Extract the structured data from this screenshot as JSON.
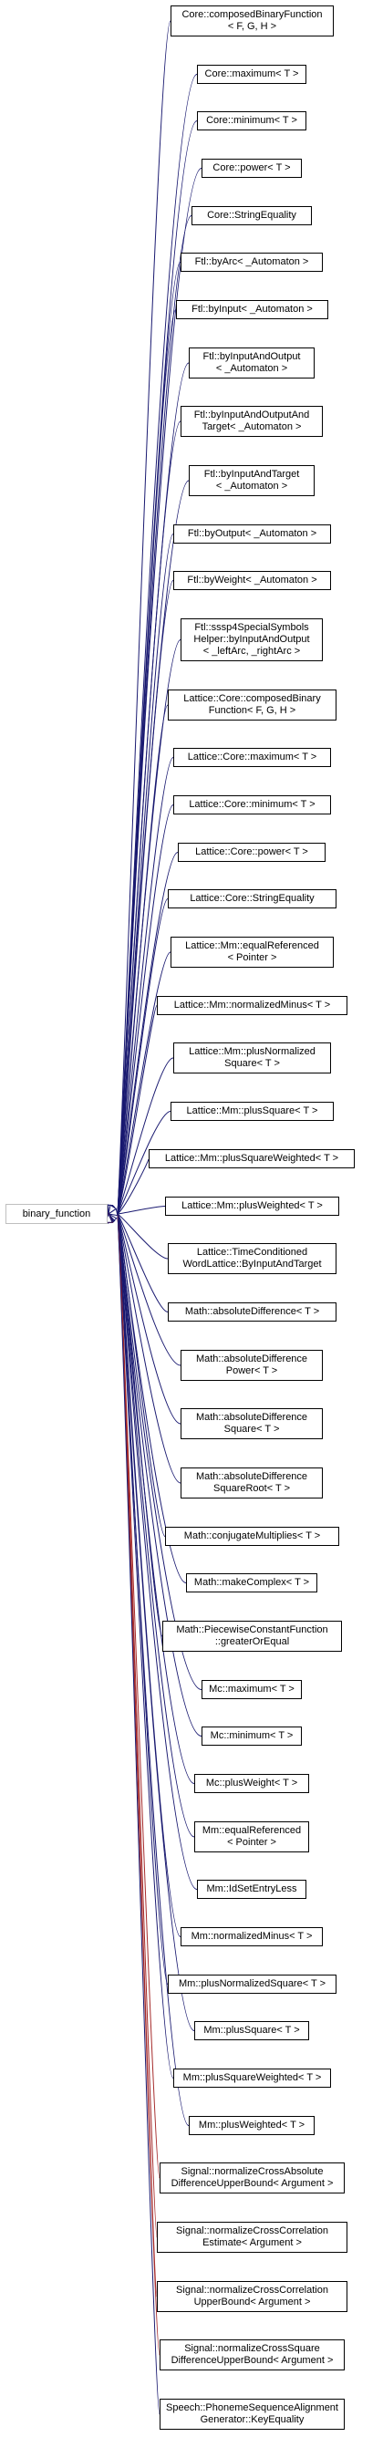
{
  "diagram": {
    "base_class": "binary_function",
    "edge_colors": {
      "default": "#191970",
      "highlight": "#a52a2a"
    },
    "derived_classes": [
      {
        "label": "Core::composedBinaryFunction\n< F, G, H >",
        "edge": "default"
      },
      {
        "label": "Core::maximum< T >",
        "edge": "default"
      },
      {
        "label": "Core::minimum< T >",
        "edge": "default"
      },
      {
        "label": "Core::power< T >",
        "edge": "default"
      },
      {
        "label": "Core::StringEquality",
        "edge": "default"
      },
      {
        "label": "Ftl::byArc< _Automaton >",
        "edge": "default"
      },
      {
        "label": "Ftl::byInput< _Automaton >",
        "edge": "default"
      },
      {
        "label": "Ftl::byInputAndOutput\n< _Automaton >",
        "edge": "default"
      },
      {
        "label": "Ftl::byInputAndOutputAnd\nTarget< _Automaton >",
        "edge": "default"
      },
      {
        "label": "Ftl::byInputAndTarget\n< _Automaton >",
        "edge": "default"
      },
      {
        "label": "Ftl::byOutput< _Automaton >",
        "edge": "default"
      },
      {
        "label": "Ftl::byWeight< _Automaton >",
        "edge": "default"
      },
      {
        "label": "Ftl::sssp4SpecialSymbols\nHelper::byInputAndOutput\n< _leftArc, _rightArc >",
        "edge": "default"
      },
      {
        "label": "Lattice::Core::composedBinary\nFunction< F, G, H >",
        "edge": "default"
      },
      {
        "label": "Lattice::Core::maximum< T >",
        "edge": "default"
      },
      {
        "label": "Lattice::Core::minimum< T >",
        "edge": "default"
      },
      {
        "label": "Lattice::Core::power< T >",
        "edge": "default"
      },
      {
        "label": "Lattice::Core::StringEquality",
        "edge": "default"
      },
      {
        "label": "Lattice::Mm::equalReferenced\n< Pointer >",
        "edge": "default"
      },
      {
        "label": "Lattice::Mm::normalizedMinus< T >",
        "edge": "default"
      },
      {
        "label": "Lattice::Mm::plusNormalized\nSquare< T >",
        "edge": "default"
      },
      {
        "label": "Lattice::Mm::plusSquare< T >",
        "edge": "default"
      },
      {
        "label": "Lattice::Mm::plusSquareWeighted< T >",
        "edge": "default"
      },
      {
        "label": "Lattice::Mm::plusWeighted< T >",
        "edge": "default"
      },
      {
        "label": "Lattice::TimeConditioned\nWordLattice::ByInputAndTarget",
        "edge": "default"
      },
      {
        "label": "Math::absoluteDifference< T >",
        "edge": "default"
      },
      {
        "label": "Math::absoluteDifference\nPower< T >",
        "edge": "default"
      },
      {
        "label": "Math::absoluteDifference\nSquare< T >",
        "edge": "default"
      },
      {
        "label": "Math::absoluteDifference\nSquareRoot< T >",
        "edge": "default"
      },
      {
        "label": "Math::conjugateMultiplies< T >",
        "edge": "default"
      },
      {
        "label": "Math::makeComplex< T >",
        "edge": "default"
      },
      {
        "label": "Math::PiecewiseConstantFunction\n::greaterOrEqual",
        "edge": "default"
      },
      {
        "label": "Mc::maximum< T >",
        "edge": "default"
      },
      {
        "label": "Mc::minimum< T >",
        "edge": "default"
      },
      {
        "label": "Mc::plusWeight< T >",
        "edge": "default"
      },
      {
        "label": "Mm::equalReferenced\n< Pointer >",
        "edge": "default"
      },
      {
        "label": "Mm::IdSetEntryLess",
        "edge": "default"
      },
      {
        "label": "Mm::normalizedMinus< T >",
        "edge": "default"
      },
      {
        "label": "Mm::plusNormalizedSquare< T >",
        "edge": "default"
      },
      {
        "label": "Mm::plusSquare< T >",
        "edge": "default"
      },
      {
        "label": "Mm::plusSquareWeighted< T >",
        "edge": "default"
      },
      {
        "label": "Mm::plusWeighted< T >",
        "edge": "default"
      },
      {
        "label": "Signal::normalizeCrossAbsolute\nDifferenceUpperBound< Argument >",
        "edge": "highlight"
      },
      {
        "label": "Signal::normalizeCrossCorrelation\nEstimate< Argument >",
        "edge": "highlight"
      },
      {
        "label": "Signal::normalizeCrossCorrelation\nUpperBound< Argument >",
        "edge": "highlight"
      },
      {
        "label": "Signal::normalizeCrossSquare\nDifferenceUpperBound< Argument >",
        "edge": "highlight"
      },
      {
        "label": "Speech::PhonemeSequenceAlignment\nGenerator::KeyEquality",
        "edge": "default"
      }
    ]
  }
}
